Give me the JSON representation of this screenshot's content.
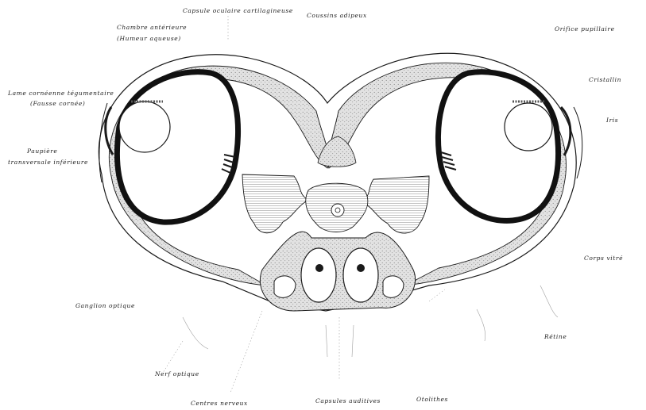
{
  "colors": {
    "ink": "#1a1a1a",
    "tissue": "#d6d6d6",
    "stipple": "#9a9a9a",
    "background": "#ffffff"
  },
  "labels": {
    "capsule": "Capsule oculaire cartilagineuse",
    "coussins": "Coussins adipeux",
    "chambre": "Chambre antérieure",
    "humeur": "(Humeur aqueuse)",
    "orifice": "Orifice pupillaire",
    "lame": "Lame cornéenne tégumentaire",
    "fausse": "(Fausse cornée)",
    "cristallin": "Cristallin",
    "iris": "Iris",
    "paupiere": "Paupière",
    "transversale": "transversale inférieure",
    "corps": "Corps vitré",
    "ganglion": "Ganglion optique",
    "retine": "Rétine",
    "nerf": "Nerf optique",
    "centres": "Centres nerveux",
    "capsules": "Capsules auditives",
    "otolithes": "Otolithes"
  }
}
